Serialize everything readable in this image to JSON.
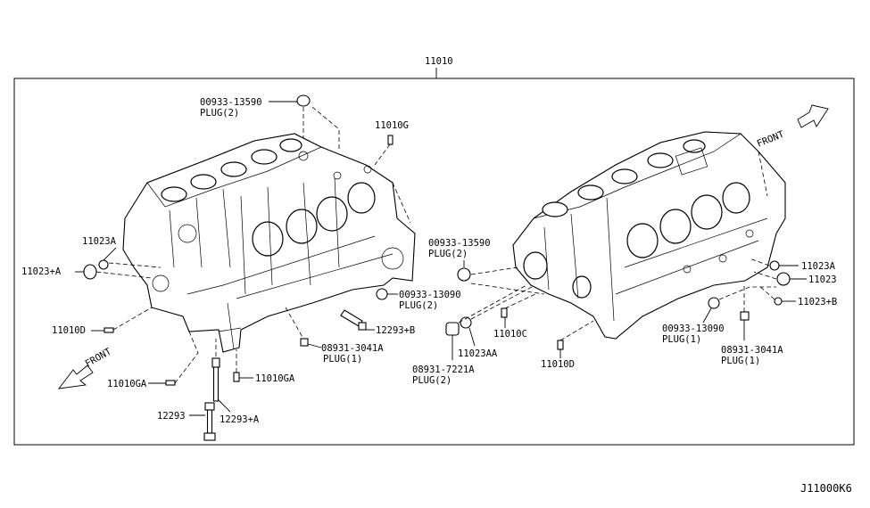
{
  "diagram": {
    "main_part": "11010",
    "figure_code": "J11000K6",
    "front_label": "FRONT",
    "callouts": {
      "plug_00933_13590_left": {
        "number": "00933-13590",
        "plug": "PLUG(2)"
      },
      "g_11010G": "11010G",
      "a_11023A_left": "11023A",
      "a_11023plusA": "11023+A",
      "d_11010D_left": "11010D",
      "plug_00933_13090_left": {
        "number": "00933-13090",
        "plug": "PLUG(2)"
      },
      "b_12293plusB": "12293+B",
      "plug_08931_3041A_left": {
        "number": "08931-3041A",
        "plug": "PLUG(1)"
      },
      "ga_11010GA_left": "11010GA",
      "ga_11010GA_right": "11010GA",
      "bolt_12293": "12293",
      "bolt_12293plusA": "12293+A",
      "plug_00933_13590_right": {
        "number": "00933-13590",
        "plug": "PLUG(2)"
      },
      "c_11010C": "11010C",
      "aa_11023AA": "11023AA",
      "plug_08931_7221A": {
        "number": "08931-7221A",
        "plug": "PLUG(2)"
      },
      "d_11010D_right": "11010D",
      "plug_00933_13090_right": {
        "number": "00933-13090",
        "plug": "PLUG(1)"
      },
      "plug_08931_3041A_right": {
        "number": "08931-3041A",
        "plug": "PLUG(1)"
      },
      "a_11023A_right": "11023A",
      "p_11023": "11023",
      "b_11023plusB": "11023+B"
    }
  }
}
